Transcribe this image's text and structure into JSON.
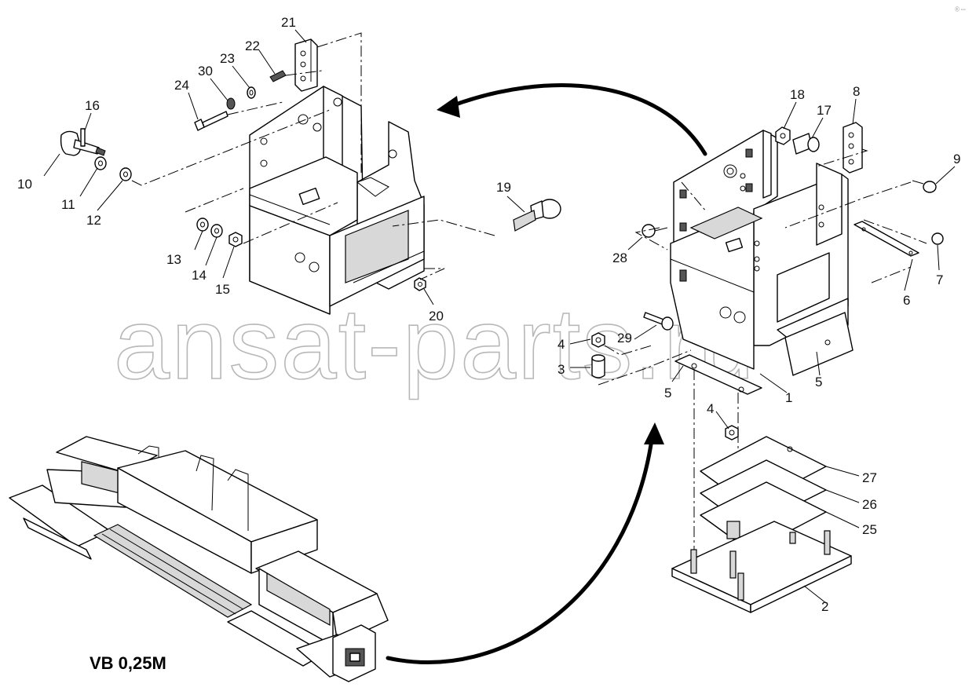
{
  "watermark": "ansat-parts.ru",
  "model_label": "VB 0,25M",
  "corner_mark": "ⓒ ◦◦◦",
  "callouts": [
    "21",
    "22",
    "23",
    "30",
    "24",
    "16",
    "10",
    "11",
    "12",
    "13",
    "14",
    "15",
    "19",
    "20",
    "18",
    "17",
    "8",
    "9",
    "28",
    "7",
    "6",
    "4",
    "29",
    "3",
    "5",
    "1",
    "5",
    "4",
    "27",
    "26",
    "25",
    "2"
  ]
}
